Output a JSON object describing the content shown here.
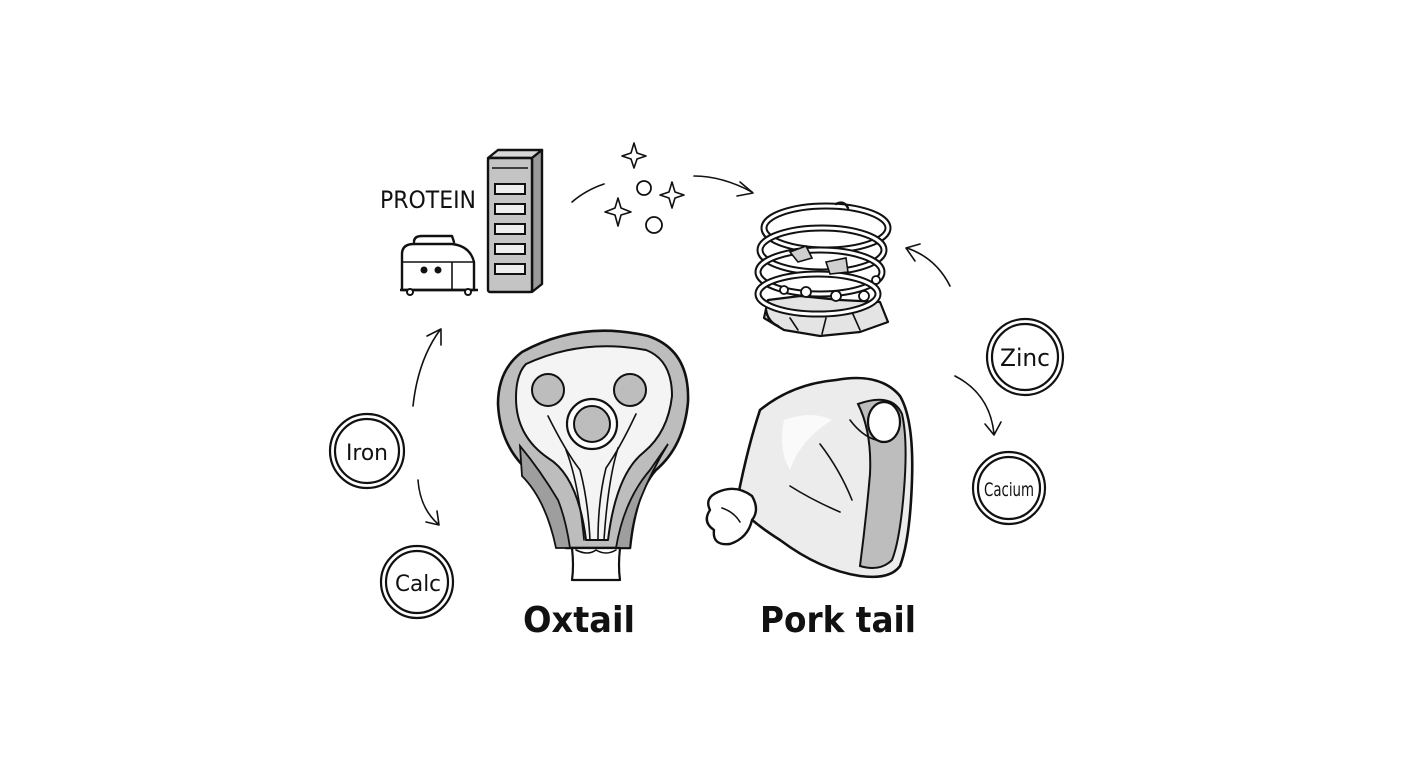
{
  "labels": {
    "protein": "PROTEIN",
    "oxtail": "Oxtail",
    "pork_tail": "Pork tail"
  },
  "badges": {
    "iron": "Iron",
    "calc": "Calc",
    "zinc": "Zinc",
    "cacium": "Cacium"
  },
  "colors": {
    "ink": "#111111",
    "fill_gray": "#bdbdbd",
    "fill_light": "#e6e6e6",
    "fill_dark": "#9e9e9e"
  }
}
